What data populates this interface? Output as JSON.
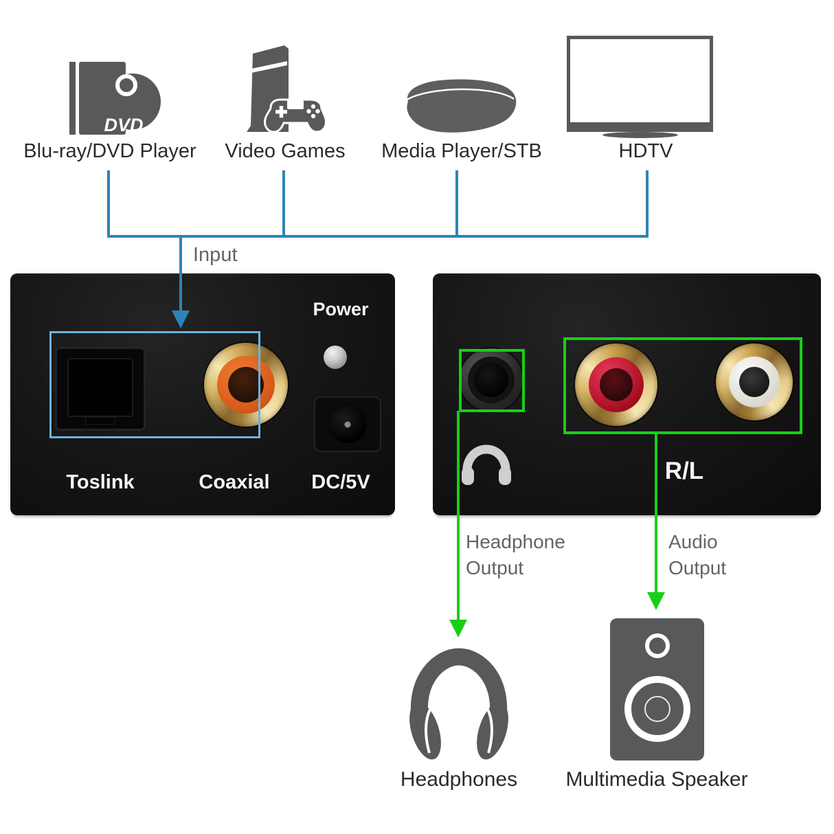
{
  "colors": {
    "blue": "#2c85b5",
    "lightblue": "#6ab4e0",
    "green": "#17cf17",
    "icongray": "#58595b",
    "textdark": "#2b2b2b",
    "textgray": "#646464",
    "panellabel": "#f5f5f5",
    "orange": "#e2621b",
    "red": "#b5121f",
    "gold": "#caa24f"
  },
  "sources": [
    {
      "label": "Blu-ray/DVD Player",
      "icon": "bluray-dvd-player-icon",
      "badge": "DVD"
    },
    {
      "label": "Video Games",
      "icon": "game-console-icon"
    },
    {
      "label": "Media Player/STB",
      "icon": "media-player-icon"
    },
    {
      "label": "HDTV",
      "icon": "hdtv-icon"
    }
  ],
  "connections": {
    "input_label": "Input",
    "headphone_output_line1": "Headphone",
    "headphone_output_line2": "Output",
    "audio_output_line1": "Audio",
    "audio_output_line2": "Output"
  },
  "converter_front": {
    "power_label": "Power",
    "toslink_label": "Toslink",
    "coaxial_label": "Coaxial",
    "dc_label": "DC/5V"
  },
  "converter_back": {
    "rl_label": "R/L"
  },
  "outputs": [
    {
      "label": "Headphones",
      "icon": "headphones-icon"
    },
    {
      "label": "Multimedia Speaker",
      "icon": "multimedia-speaker-icon"
    }
  ]
}
